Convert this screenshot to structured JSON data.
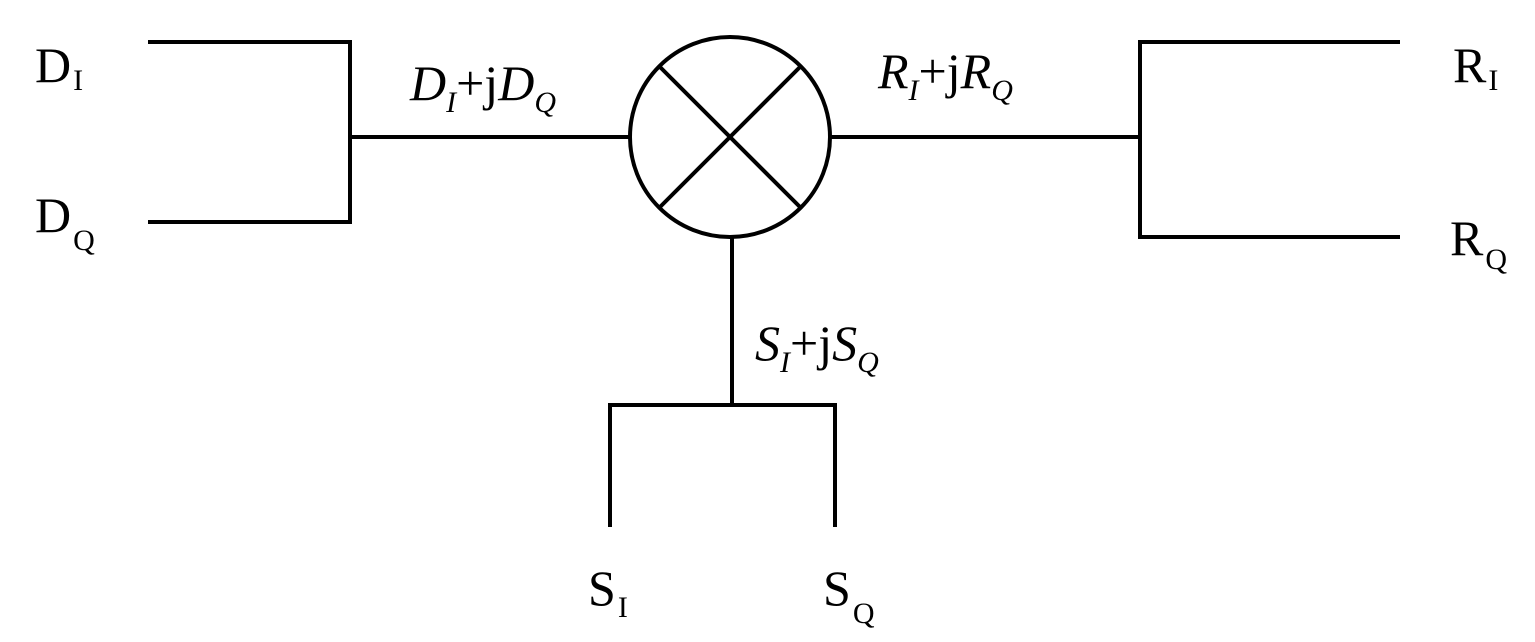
{
  "inputs": {
    "d_i": {
      "main": "D",
      "sub": "I"
    },
    "d_q": {
      "main": "D",
      "sub": "Q"
    },
    "s_i": {
      "main": "S",
      "sub": "I"
    },
    "s_q": {
      "main": "S",
      "sub": "Q"
    }
  },
  "outputs": {
    "r_i": {
      "main": "R",
      "sub": "I"
    },
    "r_q": {
      "main": "R",
      "sub": "Q"
    }
  },
  "signals": {
    "d": {
      "a": "D",
      "a_sub": "I",
      "op": "+j",
      "b": "D",
      "b_sub": "Q"
    },
    "r": {
      "a": "R",
      "a_sub": "I",
      "op": "+j",
      "b": "R",
      "b_sub": "Q"
    },
    "s": {
      "a": "S",
      "a_sub": "I",
      "op": "+j",
      "b": "S",
      "b_sub": "Q"
    }
  },
  "mixer": {
    "icon": "multiplier-circle-x"
  }
}
